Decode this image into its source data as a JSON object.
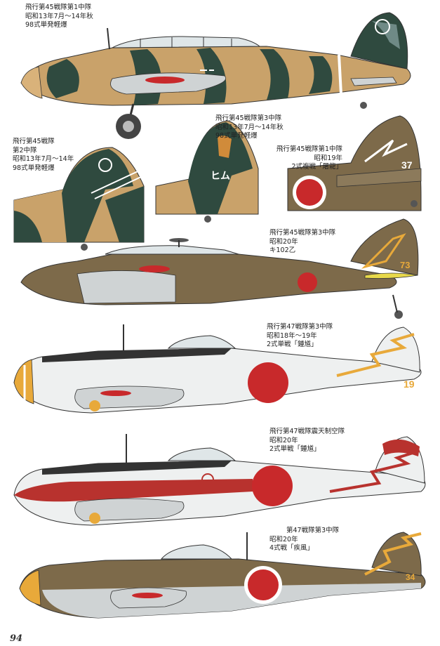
{
  "page": {
    "number": "94"
  },
  "captions": [
    {
      "lines": [
        "飛行第45戦隊第1中隊",
        "昭和13年7月〜14年秋",
        "98式単発軽爆"
      ]
    },
    {
      "lines": [
        "飛行第45戦隊",
        "第2中隊",
        "昭和13年7月〜14年",
        "98式単発軽爆"
      ]
    },
    {
      "lines": [
        "飛行第45戦隊第3中隊",
        "昭和13年7月〜14年秋",
        "98式単発軽爆"
      ]
    },
    {
      "lines": [
        "飛行第45戦隊第1中隊",
        "昭和19年",
        "2式複戦「屠龍」"
      ]
    },
    {
      "lines": [
        "飛行第45戦隊第3中隊",
        "昭和20年",
        "キ102乙"
      ]
    },
    {
      "lines": [
        "飛行第47戦隊第3中隊",
        "昭和18年〜19年",
        "2式単戦「鍾馗」"
      ]
    },
    {
      "lines": [
        "飛行第47戦隊震天制空隊",
        "昭和20年",
        "2式単戦「鍾馗」"
      ]
    },
    {
      "lines": [
        "第47戦隊第3中隊",
        "昭和20年",
        "4式戦「疾風」"
      ]
    }
  ],
  "markings": {
    "tail_code_a": "37",
    "tail_code_b": "73",
    "tail_code_c": "19",
    "tail_code_d": "34",
    "fin_kana": "ヒム"
  },
  "colors": {
    "hinomaru": "#c8292b",
    "olive_brown": "#7d6a4a",
    "dark_green": "#2f4a3f",
    "tan": "#c9a26a",
    "light_grey": "#cfd3d4",
    "white_body": "#eef0f0",
    "yellow": "#e8a93a"
  }
}
